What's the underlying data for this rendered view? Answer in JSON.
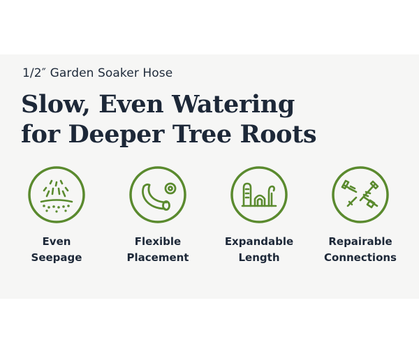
{
  "header": {
    "subtitle": "1/2″ Garden Soaker Hose",
    "headline_line1": "Slow, Even Watering",
    "headline_line2": "for Deeper Tree Roots"
  },
  "colors": {
    "accent_green": "#5a8a2e",
    "text_navy": "#1d2838",
    "band_background": "#f6f6f5"
  },
  "features": [
    {
      "icon": "seepage-icon",
      "line1": "Even",
      "line2": "Seepage"
    },
    {
      "icon": "flexible-hose-icon",
      "line1": "Flexible",
      "line2": "Placement"
    },
    {
      "icon": "expandable-hose-icon",
      "line1": "Expandable",
      "line2": "Length"
    },
    {
      "icon": "repair-connector-icon",
      "line1": "Repairable",
      "line2": "Connections"
    }
  ]
}
